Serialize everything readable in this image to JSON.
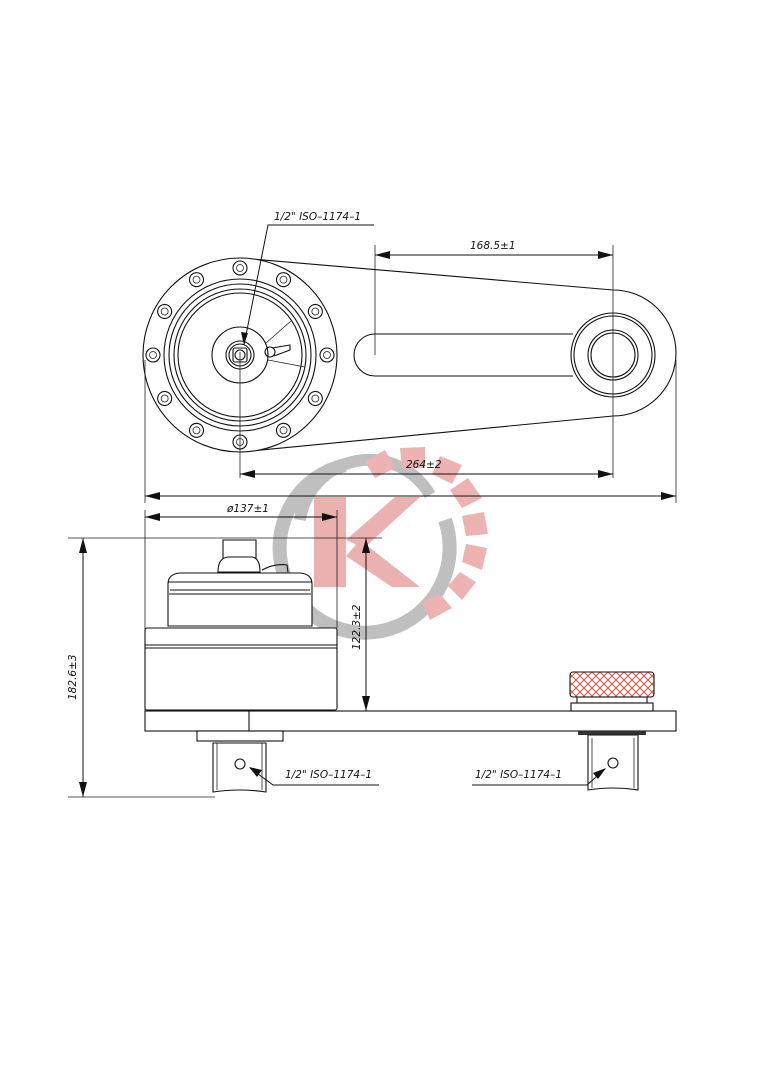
{
  "drawing": {
    "title": "Torque multiplier / reaction arm technical drawing",
    "views": [
      "top-view",
      "side-view"
    ]
  },
  "top_view": {
    "drive_callout": "1/2\" ISO–1174–1",
    "dim_arm_slot": "168.5±1",
    "dim_center_distance": "264±2",
    "bolt_count": 12
  },
  "side_view": {
    "dim_diameter": "ø137±1",
    "dim_total_height": "182.6±3",
    "dim_body_height": "122.3±2",
    "left_drive_callout": "1/2\" ISO–1174–1",
    "right_drive_callout": "1/2\" ISO–1174–1",
    "knob_hatch_color": "#e0503c"
  },
  "watermark": {
    "letter": "K",
    "letter_color": "#e8a0a0",
    "ring_color": "#b0b0b0",
    "stripe_color": "#e9a3a3"
  },
  "colors": {
    "line": "#111111",
    "background": "#ffffff"
  }
}
